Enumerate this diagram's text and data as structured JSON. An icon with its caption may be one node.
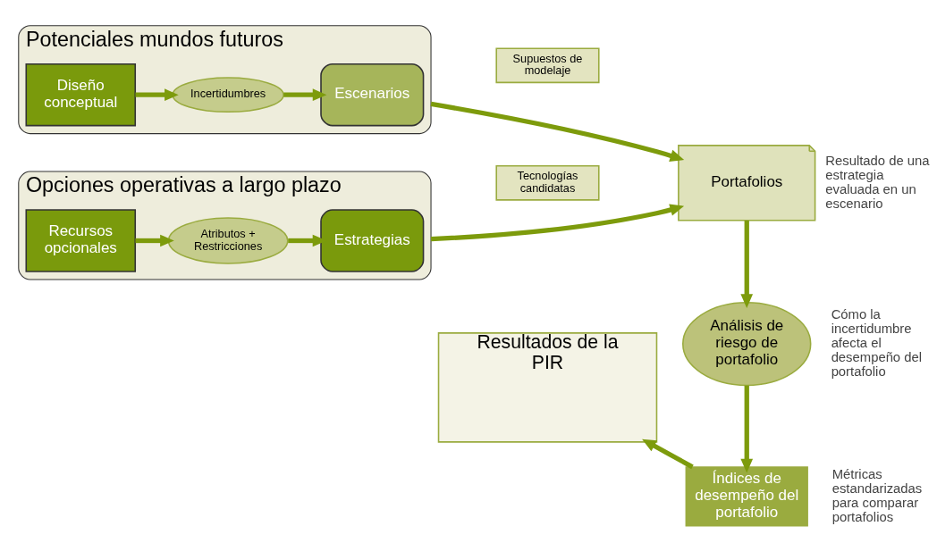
{
  "diagram": {
    "nodes": [
      {
        "text": [
          "Potenciales mundos futuros"
        ]
      },
      {
        "text": [
          "Diseño conceptual"
        ],
        "in": 0
      },
      {
        "text": [
          "Incertidumbres"
        ],
        "in": 0
      },
      {
        "text": [
          "Escenarios"
        ],
        "in": 0
      },
      {
        "text": [
          "Opciones operativas a largo plazo"
        ]
      },
      {
        "text": [
          "Recursos opcionales"
        ],
        "in": 4
      },
      {
        "text": [
          "Atributos + Restricciones"
        ],
        "in": 4
      },
      {
        "text": [
          "Estrategias"
        ],
        "in": 4
      },
      {
        "text": [
          "Supuestos de modelaje"
        ]
      },
      {
        "text": [
          "Tecnologías candidatas"
        ]
      },
      {
        "text": [
          "Portafolios"
        ],
        "beside": [
          "Resultado de una estrategia evaluada en un escenario"
        ]
      },
      {
        "text": [
          "Análisis de riesgo de portafolio"
        ],
        "beside": [
          "Cómo la incertidumbre afecta el desempeño del portafolio"
        ]
      },
      {
        "text": [
          "Índices de desempeño del portafolio"
        ],
        "beside": [
          "Métricas estandarizadas para comparar portafolios"
        ]
      },
      {
        "text": [
          "Resultados de la PIR"
        ]
      }
    ],
    "edges": [
      {
        "from": 1,
        "to": 2,
        "arrow": "to"
      },
      {
        "from": 2,
        "to": 3,
        "arrow": "to"
      },
      {
        "from": 5,
        "to": 6,
        "arrow": "to"
      },
      {
        "from": 6,
        "to": 7,
        "arrow": "to"
      },
      {
        "from": 0,
        "to": 10,
        "arrow": "to"
      },
      {
        "from": 4,
        "to": 10,
        "arrow": "to"
      },
      {
        "from": 10,
        "to": 11,
        "arrow": "to"
      },
      {
        "from": 11,
        "to": 12,
        "arrow": "to"
      },
      {
        "from": 12,
        "to": 13,
        "arrow": "to"
      }
    ]
  }
}
